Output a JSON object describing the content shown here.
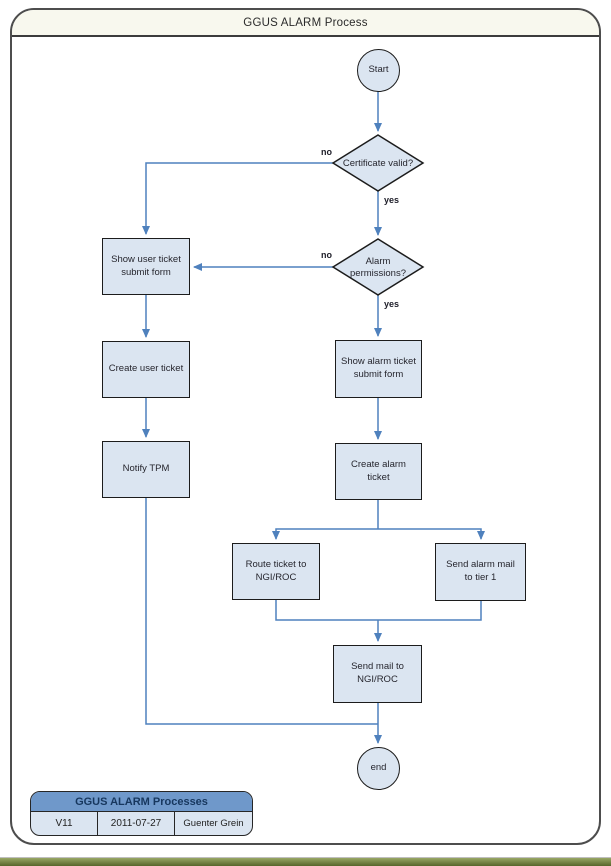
{
  "page": {
    "title": "GGUS ALARM Process"
  },
  "flowchart": {
    "start": "Start",
    "end": "end",
    "decision_certificate": "Certificate valid?",
    "decision_alarm": "Alarm permissions?",
    "cert_no": "no",
    "cert_yes": "yes",
    "alarm_no": "no",
    "alarm_yes": "yes",
    "show_user_ticket": "Show user ticket submit form",
    "create_user_ticket": "Create user ticket",
    "notify_tpm": "Notify TPM",
    "show_alarm_ticket": "Show alarm ticket submit form",
    "create_alarm_ticket": "Create alarm ticket",
    "route_ticket": "Route ticket to NGI/ROC",
    "send_alarm_mail": "Send alarm mail to tier 1",
    "send_mail_ngi": "Send mail to NGI/ROC"
  },
  "legend": {
    "title": "GGUS ALARM Processes",
    "version": "V11",
    "date": "2011-07-27",
    "author": "Guenter Grein"
  },
  "colors": {
    "node_fill": "#dbe5f1",
    "node_border": "#1c1c1c",
    "connector": "#4f81bd",
    "title_band_fill": "#f8f8ee",
    "legend_header_fill": "#6f98ca",
    "legend_header_text": "#17375e",
    "bottom_strip": "#66753a"
  }
}
